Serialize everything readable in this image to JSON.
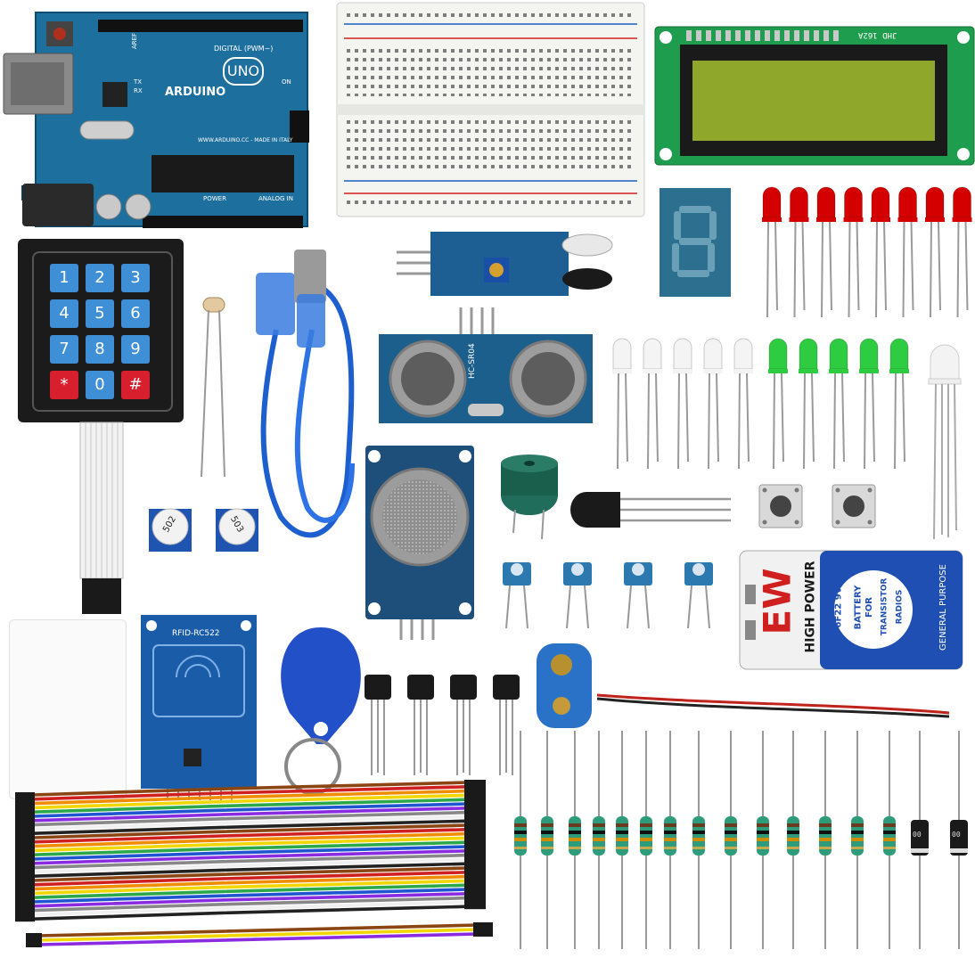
{
  "arduino": {
    "logo": "UNO",
    "brand": "ARDUINO",
    "digital": "DIGITAL (PWM~)",
    "website": "WWW.ARDUINO.CC - MADE IN ITALY",
    "power": "POWER",
    "analog": "ANALOG IN",
    "on": "ON",
    "tx": "TX",
    "rx": "RX",
    "aref": "AREF"
  },
  "keypad": {
    "keys": [
      "1",
      "2",
      "3",
      "4",
      "5",
      "6",
      "7",
      "8",
      "9",
      "*",
      "0",
      "#"
    ]
  },
  "lcd": {
    "model": "JHD 162A"
  },
  "rfid": {
    "model": "RFID-RC522"
  },
  "ultrasonic": {
    "model": "HC-SR04"
  },
  "battery": {
    "brand": "EW",
    "headline": "HIGH POWER",
    "type": "6F22 9V",
    "line2": "BATTERY",
    "line3": "FOR",
    "line4": "TRANSISTOR",
    "line5": "RADIOS",
    "purpose": "GENERAL PURPOSE"
  },
  "potentiometers": {
    "a": "502",
    "b": "503"
  },
  "diodes": {
    "label": "00"
  },
  "colors": {
    "board": "#1d6f9e",
    "red_led": "#d40000",
    "green_led": "#2ecc40",
    "battery_blue": "#1f4fb3",
    "lcd_green": "#8fa72a"
  }
}
